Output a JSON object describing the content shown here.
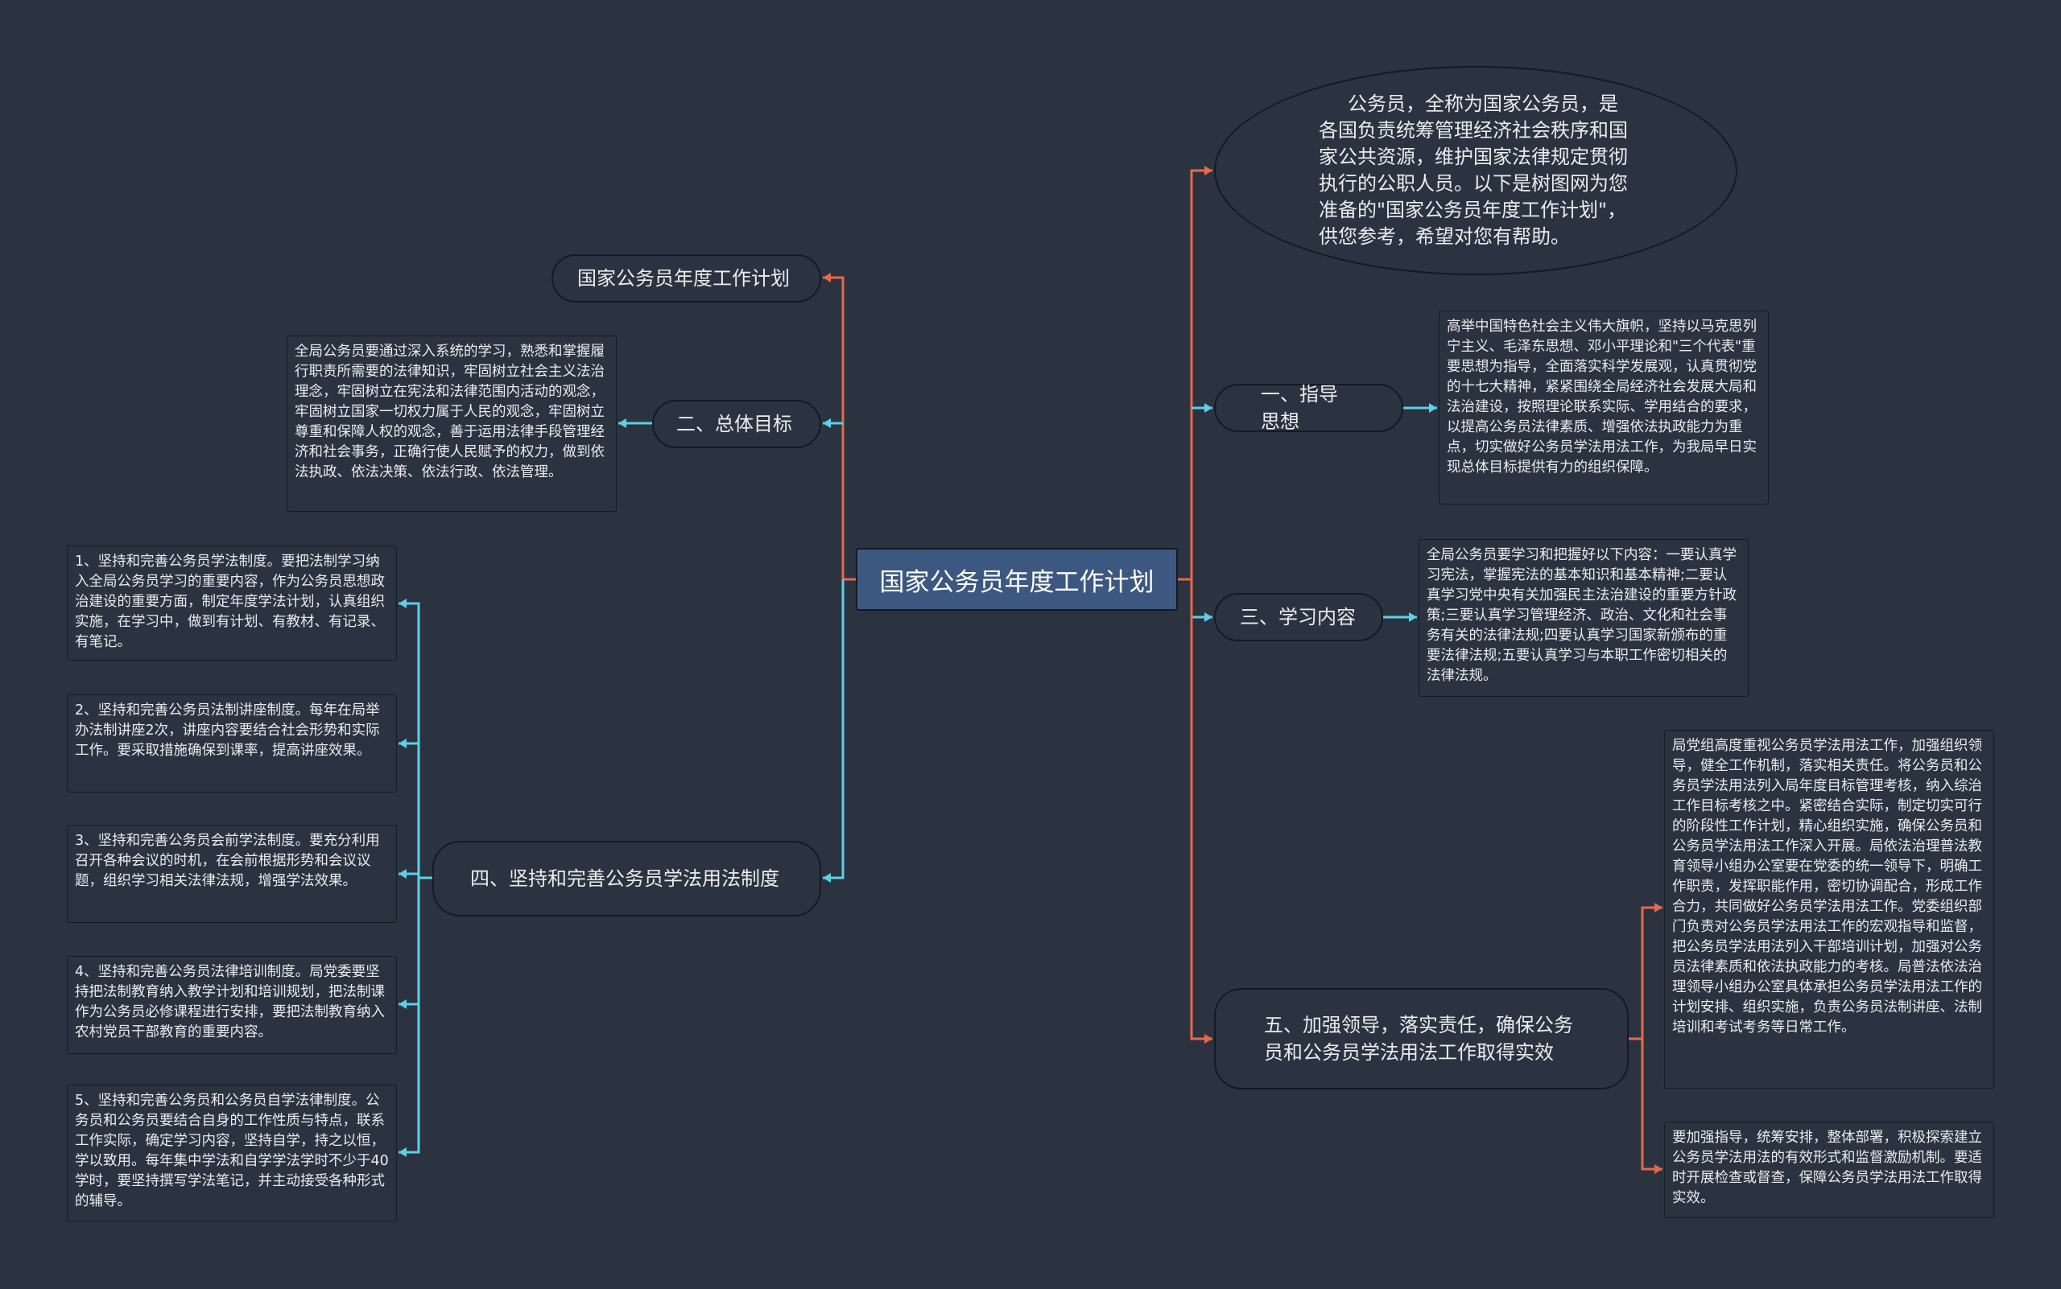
{
  "root": {
    "label": "国家公务员年度工作计划"
  },
  "left": {
    "title_node": {
      "label": "国家公务员年度工作计划"
    },
    "goal": {
      "label": "二、总体目标",
      "detail": "全局公务员要通过深入系统的学习，熟悉和掌握履行职责所需要的法律知识，牢固树立社会主义法治理念，牢固树立在宪法和法律范围内活动的观念，牢固树立国家一切权力属于人民的观念，牢固树立尊重和保障人权的观念，善于运用法律手段管理经济和社会事务，正确行使人民赋予的权力，做到依法执政、依法决策、依法行政、依法管理。"
    },
    "system": {
      "label": "四、坚持和完善公务员学法用法制度",
      "items": [
        "1、坚持和完善公务员学法制度。要把法制学习纳入全局公务员学习的重要内容，作为公务员思想政治建设的重要方面，制定年度学法计划，认真组织实施，在学习中，做到有计划、有教材、有记录、有笔记。",
        "2、坚持和完善公务员法制讲座制度。每年在局举办法制讲座2次，讲座内容要结合社会形势和实际工作。要采取措施确保到课率，提高讲座效果。",
        "3、坚持和完善公务员会前学法制度。要充分利用召开各种会议的时机，在会前根据形势和会议议题，组织学习相关法律法规，增强学法效果。",
        "4、坚持和完善公务员法律培训制度。局党委要坚持把法制教育纳入教学计划和培训规划，把法制课作为公务员必修课程进行安排，要把法制教育纳入农村党员干部教育的重要内容。",
        "5、坚持和完善公务员和公务员自学法律制度。公务员和公务员要结合自身的工作性质与特点，联系工作实际，确定学习内容，坚持自学，持之以恒，学以致用。每年集中学法和自学学法学时不少于40学时，要坚持撰写学法笔记，并主动接受各种形式的辅导。"
      ]
    }
  },
  "right": {
    "intro": {
      "text": "公务员，全称为国家公务员，是各国负责统筹管理经济社会秩序和国家公共资源，维护国家法律规定贯彻执行的公职人员。以下是树图网为您准备的\"国家公务员年度工作计划\"，供您参考，希望对您有帮助。"
    },
    "guide": {
      "label": "一、指导思想",
      "detail": "高举中国特色社会主义伟大旗帜，坚持以马克思列宁主义、毛泽东思想、邓小平理论和\"三个代表\"重要思想为指导，全面落实科学发展观，认真贯彻党的十七大精神，紧紧围绕全局经济社会发展大局和法治建设，按照理论联系实际、学用结合的要求，以提高公务员法律素质、增强依法执政能力为重点，切实做好公务员学法用法工作，为我局早日实现总体目标提供有力的组织保障。"
    },
    "study": {
      "label": "三、学习内容",
      "detail": "全局公务员要学习和把握好以下内容：一要认真学习宪法，掌握宪法的基本知识和基本精神;二要认真学习党中央有关加强民主法治建设的重要方针政策;三要认真学习管理经济、政治、文化和社会事务有关的法律法规;四要认真学习国家新颁布的重要法律法规;五要认真学习与本职工作密切相关的法律法规。"
    },
    "lead": {
      "label": "五、加强领导，落实责任，确保公务员和公务员学法用法工作取得实效",
      "items": [
        "局党组高度重视公务员学法用法工作，加强组织领导，健全工作机制，落实相关责任。将公务员和公务员学法用法列入局年度目标管理考核，纳入综治工作目标考核之中。紧密结合实际，制定切实可行的阶段性工作计划，精心组织实施，确保公务员和公务员学法用法工作深入开展。局依法治理普法教育领导小组办公室要在党委的统一领导下，明确工作职责，发挥职能作用，密切协调配合，形成工作合力，共同做好公务员学法用法工作。党委组织部门负责对公务员学法用法工作的宏观指导和监督，把公务员学法用法列入干部培训计划，加强对公务员法律素质和依法执政能力的考核。局普法依法治理领导小组办公室具体承担公务员学法用法工作的计划安排、组织实施，负责公务员法制讲座、法制培训和考试考务等日常工作。",
        "要加强指导，统筹安排，整体部署，积极探索建立公务员学法用法的有效形式和监督激励机制。要适时开展检查或督查，保障公务员学法用法工作取得实效。"
      ]
    }
  },
  "colors": {
    "background": "#2b3340",
    "root_fill": "#3d5880",
    "orange_link": "#e8694a",
    "cyan_link": "#5cd0e6",
    "border": "#141a22"
  }
}
